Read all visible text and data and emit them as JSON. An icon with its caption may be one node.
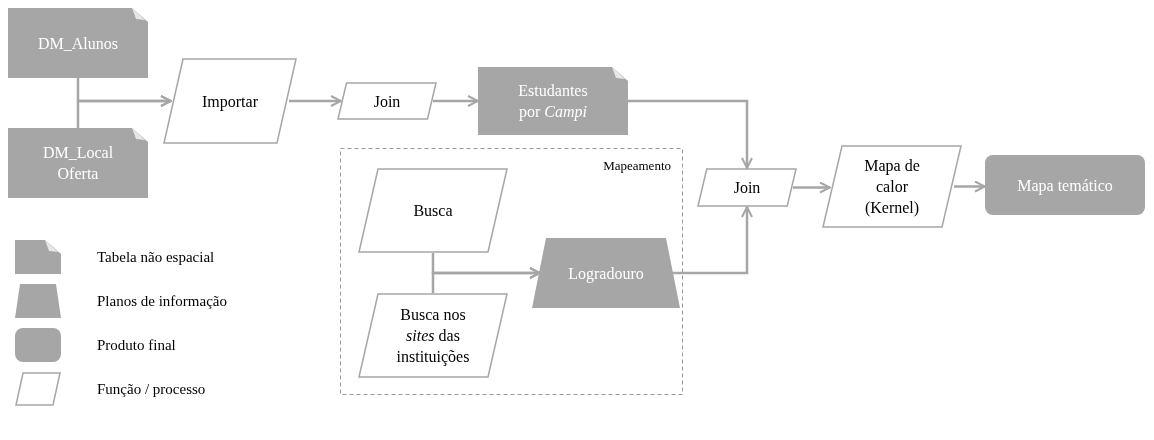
{
  "diagram": {
    "nodes": [
      {
        "text": [
          "DM_Alunos"
        ]
      },
      {
        "text": [
          "DM_Local Oferta"
        ]
      },
      {
        "text": [
          "Importar"
        ]
      },
      {
        "text": [
          "Join"
        ]
      },
      {
        "text": [
          "Estudantes por *Campi*"
        ]
      },
      {
        "text": [
          "Mapeamento"
        ]
      },
      {
        "text": [
          "Busca"
        ],
        "in": 5
      },
      {
        "text": [
          "Logradouro"
        ],
        "in": 5
      },
      {
        "text": [
          "Busca nos *sites* das instituições"
        ],
        "in": 5
      },
      {
        "text": [
          "Join"
        ]
      },
      {
        "text": [
          "Mapa de calor (Kernel)"
        ]
      },
      {
        "text": [
          "Mapa temático"
        ]
      }
    ],
    "edges": [
      {
        "from": 0,
        "to": 2,
        "arrow": "to"
      },
      {
        "from": 1,
        "to": 2,
        "arrow": "to"
      },
      {
        "from": 2,
        "to": 3,
        "arrow": "to"
      },
      {
        "from": 3,
        "to": 4,
        "arrow": "to"
      },
      {
        "from": 4,
        "to": 9,
        "arrow": "to"
      },
      {
        "from": 6,
        "to": 7,
        "arrow": "to"
      },
      {
        "from": 8,
        "to": 7,
        "arrow": "to"
      },
      {
        "from": 7,
        "to": 9,
        "arrow": "to"
      },
      {
        "from": 9,
        "to": 10,
        "arrow": "to"
      },
      {
        "from": 10,
        "to": 11,
        "arrow": "to"
      }
    ],
    "legend": [
      {
        "text": "Tabela não espacial"
      },
      {
        "text": "Planos de informação"
      },
      {
        "text": "Produto final"
      },
      {
        "text": "Função / processo"
      }
    ]
  }
}
